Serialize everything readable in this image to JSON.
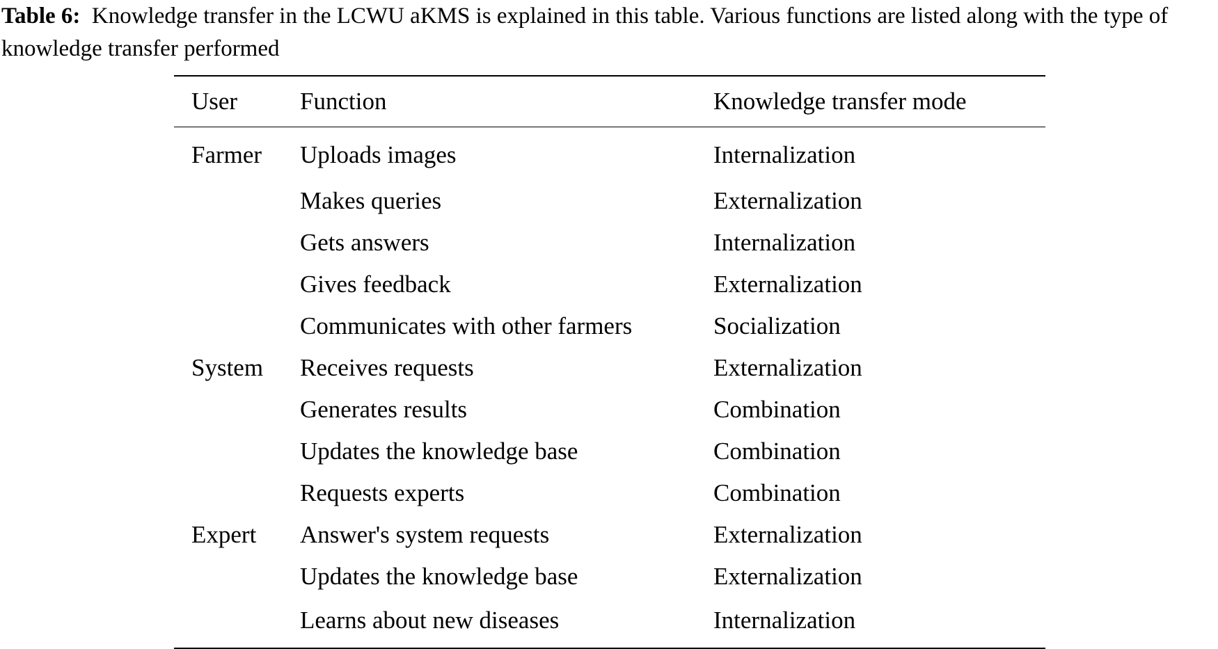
{
  "caption": {
    "label": "Table 6:",
    "text": "Knowledge transfer in the LCWU aKMS is explained in this table. Various functions are listed along with the type of knowledge transfer performed"
  },
  "table": {
    "headers": [
      "User",
      "Function",
      "Knowledge transfer mode"
    ],
    "rows": [
      [
        "Farmer",
        "Uploads images",
        "Internalization"
      ],
      [
        "",
        "Makes queries",
        "Externalization"
      ],
      [
        "",
        "Gets answers",
        "Internalization"
      ],
      [
        "",
        "Gives feedback",
        "Externalization"
      ],
      [
        "",
        "Communicates with other farmers",
        "Socialization"
      ],
      [
        "System",
        "Receives requests",
        "Externalization"
      ],
      [
        "",
        "Generates results",
        "Combination"
      ],
      [
        "",
        "Updates the knowledge base",
        "Combination"
      ],
      [
        "",
        "Requests experts",
        "Combination"
      ],
      [
        "Expert",
        "Answer's system requests",
        "Externalization"
      ],
      [
        "",
        "Updates the knowledge base",
        "Externalization"
      ],
      [
        "",
        "Learns about new diseases",
        "Internalization"
      ]
    ]
  }
}
